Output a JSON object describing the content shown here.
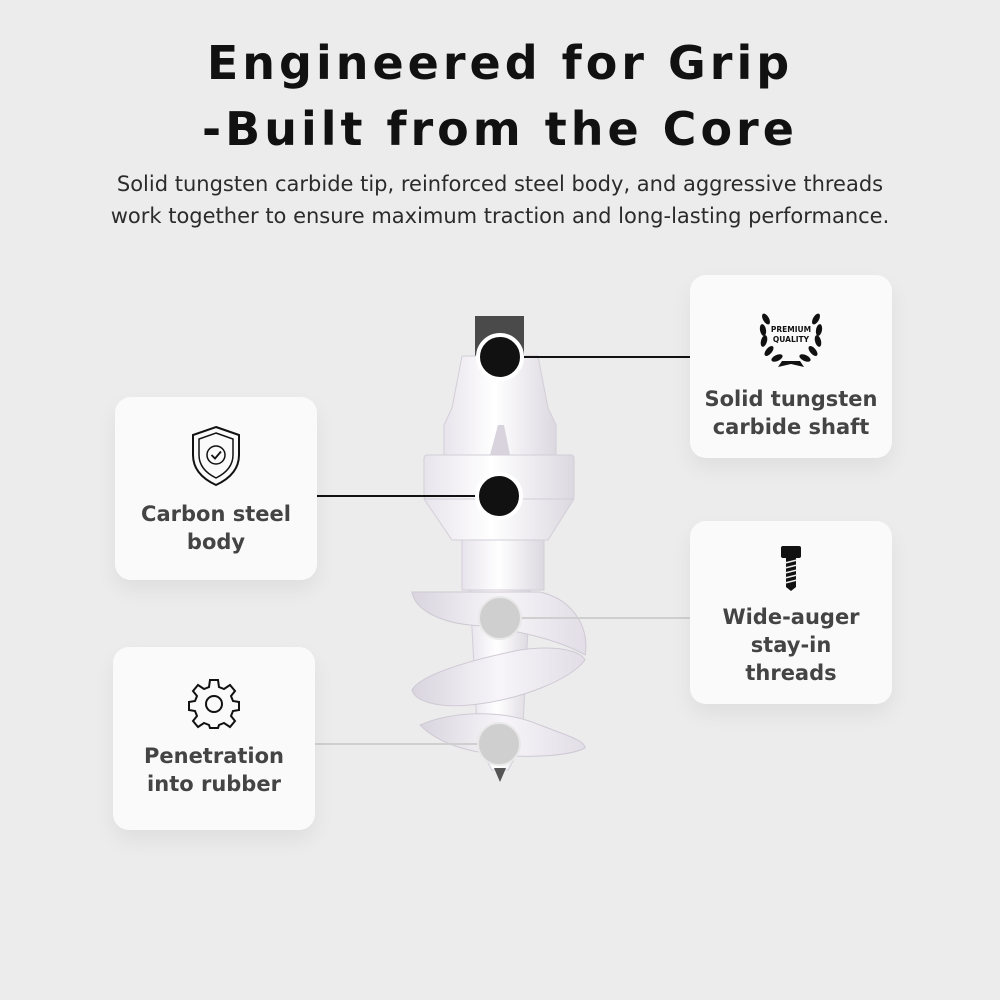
{
  "title": {
    "line1": "Engineered for Grip",
    "line2": "-Built from the Core"
  },
  "subtitle": "Solid tungsten carbide tip, reinforced steel body, and aggressive threads work together to ensure maximum traction and long-lasting performance.",
  "features": {
    "tungsten": {
      "icon": "premium-quality-laurel-icon",
      "badge_line1": "PREMIUM",
      "badge_line2": "QUALITY",
      "label_line1": "Solid tungsten",
      "label_line2": "carbide shaft"
    },
    "carbon": {
      "icon": "shield-check-icon",
      "label_line1": "Carbon steel",
      "label_line2": "body"
    },
    "auger": {
      "icon": "bolt-screw-icon",
      "label_line1": "Wide-auger",
      "label_line2": "stay-in",
      "label_line3": "threads"
    },
    "penetration": {
      "icon": "gear-icon",
      "label_line1": "Penetration",
      "label_line2": "into rubber"
    }
  },
  "colors": {
    "background": "#ececec",
    "card": "#fafafa",
    "dark_marker": "#111111",
    "light_marker": "#cfcfcf"
  }
}
